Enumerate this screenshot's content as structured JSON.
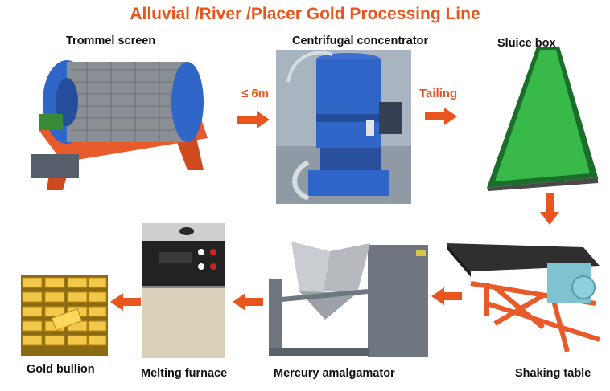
{
  "title": "Alluvial /River /Placer Gold Processing Line",
  "steps": {
    "trommel": "Trommel screen",
    "centrifugal": "Centrifugal concentrator",
    "sluice": "Sluice box",
    "shaking": "Shaking table",
    "amalgamator": "Mercury amalgamator",
    "furnace": "Melting furnace",
    "bullion": "Gold bullion"
  },
  "annotations": {
    "size": "≤ 6m",
    "tailing": "Tailing"
  },
  "colors": {
    "title": "#e8551e",
    "arrow": "#e8551e"
  }
}
